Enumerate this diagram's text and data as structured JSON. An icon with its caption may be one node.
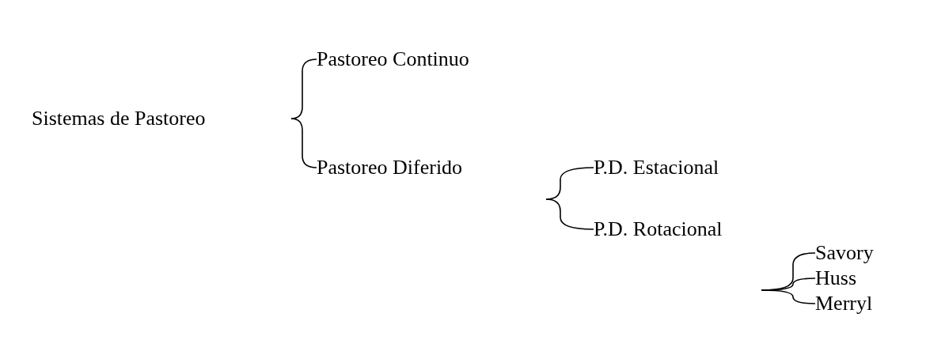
{
  "diagram": {
    "nodes": [
      {
        "text": [
          "Sistemas de Pastoreo"
        ]
      },
      {
        "text": [
          "Pastoreo Continuo"
        ]
      },
      {
        "text": [
          "Pastoreo Diferido"
        ]
      },
      {
        "text": [
          "P.D. Estacional"
        ]
      },
      {
        "text": [
          "P.D. Rotacional"
        ]
      },
      {
        "text": [
          "Savory"
        ]
      },
      {
        "text": [
          "Huss"
        ]
      },
      {
        "text": [
          "Merryl"
        ]
      }
    ],
    "edges": [
      {
        "from": 0,
        "to": 1,
        "arrow": "none"
      },
      {
        "from": 0,
        "to": 2,
        "arrow": "none"
      },
      {
        "from": 2,
        "to": 3,
        "arrow": "none"
      },
      {
        "from": 2,
        "to": 4,
        "arrow": "none"
      },
      {
        "from": 4,
        "to": 5,
        "arrow": "none"
      },
      {
        "from": 4,
        "to": 6,
        "arrow": "none"
      },
      {
        "from": 4,
        "to": 7,
        "arrow": "none"
      }
    ]
  }
}
